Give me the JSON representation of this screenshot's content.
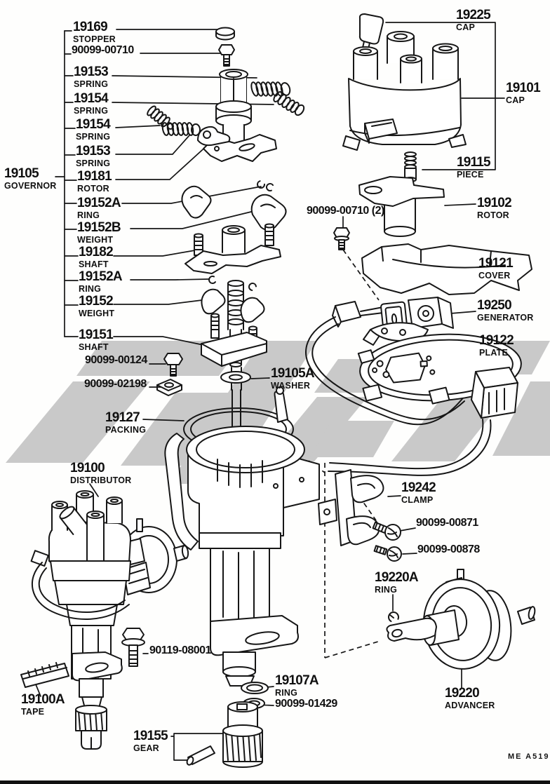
{
  "colors": {
    "ink": "#151515",
    "paper": "#fefefd",
    "watermark": "#c9c9c9"
  },
  "footer": {
    "code": "ME A519"
  },
  "labels": [
    {
      "num": "19169",
      "name": "STOPPER"
    },
    {
      "num": "90099-00710",
      "name": ""
    },
    {
      "num": "19153",
      "name": "SPRING"
    },
    {
      "num": "19154",
      "name": "SPRING"
    },
    {
      "num": "19154",
      "name": "SPRING"
    },
    {
      "num": "19153",
      "name": "SPRING"
    },
    {
      "num": "19181",
      "name": "ROTOR"
    },
    {
      "num": "19105",
      "name": "GOVERNOR"
    },
    {
      "num": "19152A",
      "name": "RING"
    },
    {
      "num": "19152B",
      "name": "WEIGHT"
    },
    {
      "num": "19182",
      "name": "SHAFT"
    },
    {
      "num": "19152A",
      "name": "RING"
    },
    {
      "num": "19152",
      "name": "WEIGHT"
    },
    {
      "num": "19151",
      "name": "SHAFT"
    },
    {
      "num": "90099-00124",
      "name": ""
    },
    {
      "num": "90099-02198",
      "name": ""
    },
    {
      "num": "19127",
      "name": "PACKING"
    },
    {
      "num": "19105A",
      "name": "WASHER"
    },
    {
      "num": "19100",
      "name": "DISTRIBUTOR"
    },
    {
      "num": "19100A",
      "name": "TAPE"
    },
    {
      "num": "90119-08001",
      "name": ""
    },
    {
      "num": "19155",
      "name": "GEAR"
    },
    {
      "num": "19107A",
      "name": "RING"
    },
    {
      "num": "90099-01429",
      "name": ""
    },
    {
      "num": "19225",
      "name": "CAP"
    },
    {
      "num": "19101",
      "name": "CAP"
    },
    {
      "num": "19115",
      "name": "PIECE"
    },
    {
      "num": "19102",
      "name": "ROTOR"
    },
    {
      "num": "90099-00710 (2)",
      "name": ""
    },
    {
      "num": "19121",
      "name": "COVER"
    },
    {
      "num": "19250",
      "name": "GENERATOR"
    },
    {
      "num": "19122",
      "name": "PLATE"
    },
    {
      "num": "19242",
      "name": "CLAMP"
    },
    {
      "num": "90099-00871",
      "name": ""
    },
    {
      "num": "90099-00878",
      "name": ""
    },
    {
      "num": "19220A",
      "name": "RING"
    },
    {
      "num": "19220",
      "name": "ADVANCER"
    }
  ]
}
